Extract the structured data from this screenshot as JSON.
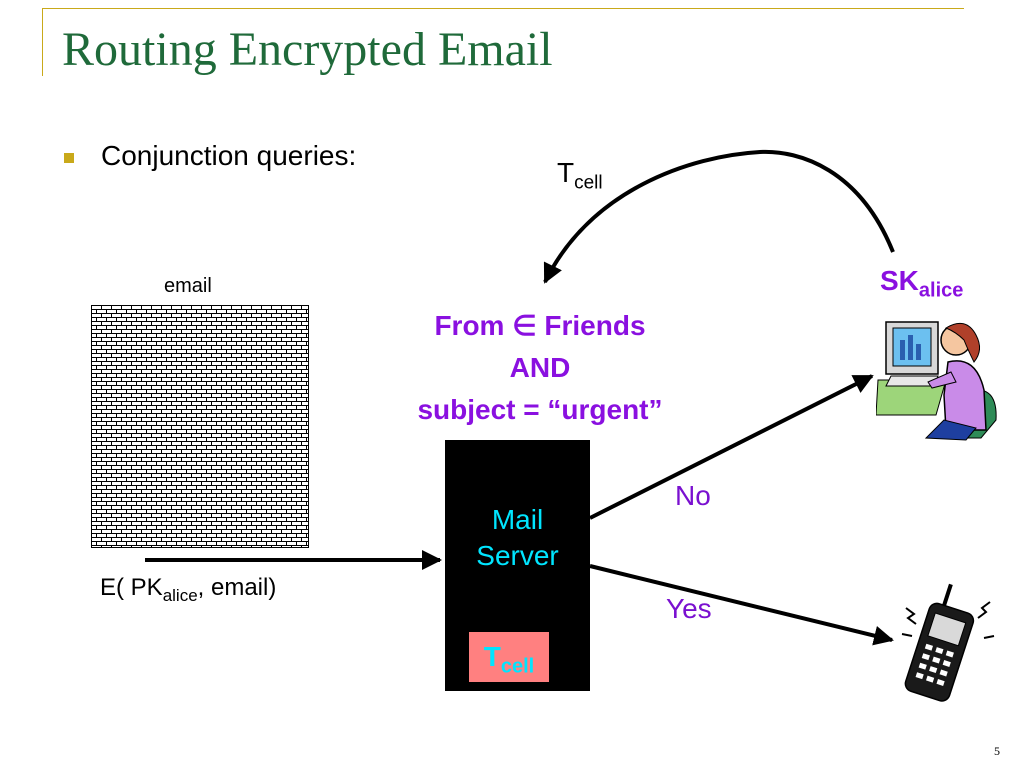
{
  "slide": {
    "title": "Routing Encrypted Email",
    "page_number": "5"
  },
  "bullet": {
    "text": "Conjunction queries:"
  },
  "token_top": {
    "base": "T",
    "sub": "cell"
  },
  "secret_key": {
    "base": "SK",
    "sub": "alice"
  },
  "email": {
    "label": "email"
  },
  "query": {
    "line1": "From ∈ Friends",
    "line2": "AND",
    "line3": "subject = “urgent”"
  },
  "mail_server": {
    "line1": "Mail",
    "line2": "Server",
    "token_base": "T",
    "token_sub": "cell"
  },
  "encrypted": {
    "prefix": "E( PK",
    "sub": "alice",
    "suffix": ", email)"
  },
  "branches": {
    "no": "No",
    "yes": "Yes"
  },
  "colors": {
    "title": "#1f6a3a",
    "accent_purple": "#8a10e0",
    "server_text": "#00e5ff",
    "token_box": "#ff8080",
    "bullet": "#c9a91a"
  },
  "icons": {
    "recipient": "woman-at-computer-icon",
    "phone": "ringing-cellphone-icon"
  }
}
